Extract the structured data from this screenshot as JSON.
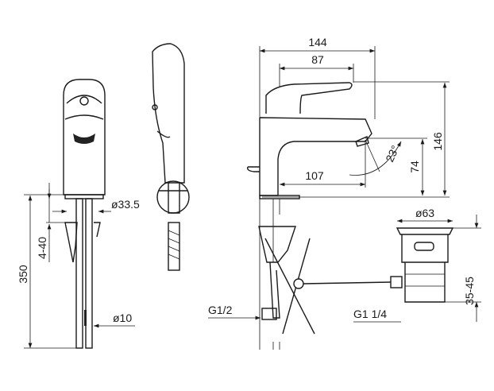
{
  "drawing": {
    "dimensions": {
      "overall_length": "144",
      "lever_length": "87",
      "overall_height": "146",
      "spout_height": "74",
      "spout_reach": "107",
      "spray_angle": "23°",
      "base_diameter": "ø33.5",
      "deck_thickness": "4-40",
      "hose_length": "350",
      "hose_diameter": "ø10",
      "supply_thread": "G1/2",
      "waste_diameter": "ø63",
      "waste_range": "35-45",
      "waste_thread": "G1 1/4"
    }
  }
}
